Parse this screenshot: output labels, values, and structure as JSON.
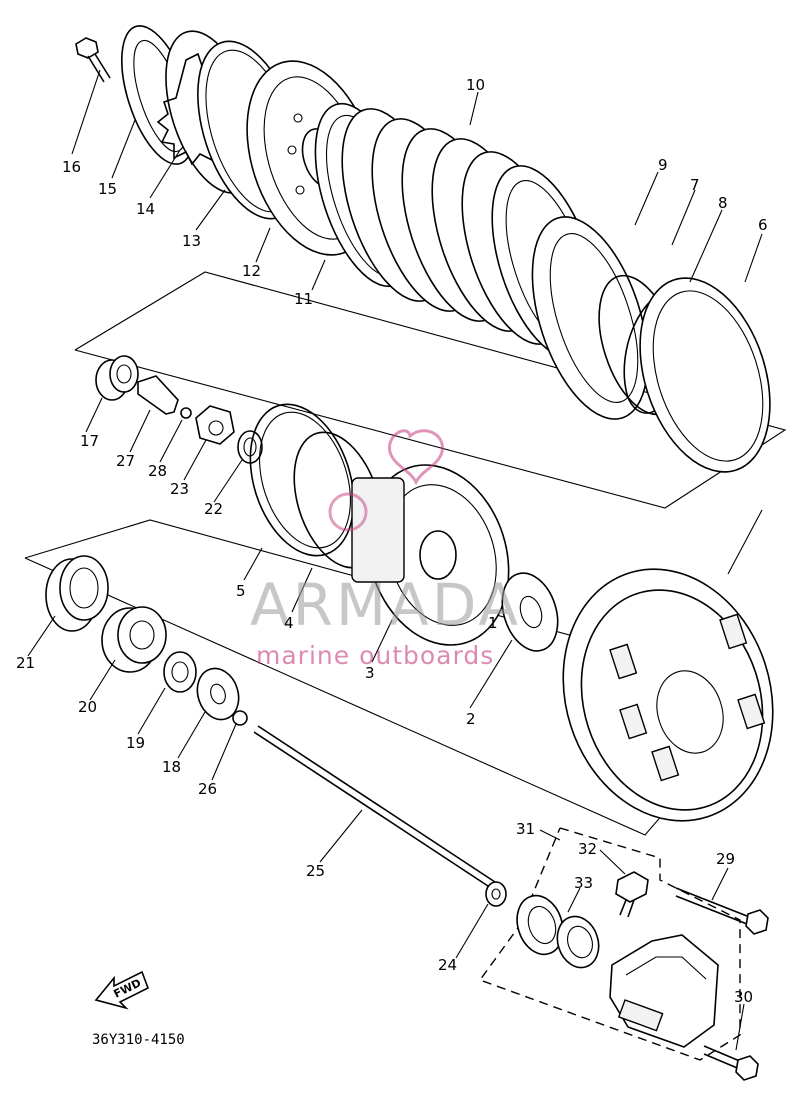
{
  "diagram": {
    "drawing_code": "36Y310-4150",
    "fwd_label": "FWD",
    "watermark": {
      "brand": "ARMADA",
      "tagline": "marine outboards"
    },
    "parts": [
      {
        "n": "1"
      },
      {
        "n": "2"
      },
      {
        "n": "3"
      },
      {
        "n": "4"
      },
      {
        "n": "5"
      },
      {
        "n": "6"
      },
      {
        "n": "7"
      },
      {
        "n": "8"
      },
      {
        "n": "9"
      },
      {
        "n": "10"
      },
      {
        "n": "11"
      },
      {
        "n": "12"
      },
      {
        "n": "13"
      },
      {
        "n": "14"
      },
      {
        "n": "15"
      },
      {
        "n": "16"
      },
      {
        "n": "17"
      },
      {
        "n": "18"
      },
      {
        "n": "19"
      },
      {
        "n": "20"
      },
      {
        "n": "21"
      },
      {
        "n": "22"
      },
      {
        "n": "23"
      },
      {
        "n": "24"
      },
      {
        "n": "25"
      },
      {
        "n": "26"
      },
      {
        "n": "27"
      },
      {
        "n": "28"
      },
      {
        "n": "29"
      },
      {
        "n": "30"
      },
      {
        "n": "31"
      },
      {
        "n": "32"
      },
      {
        "n": "33"
      }
    ]
  }
}
